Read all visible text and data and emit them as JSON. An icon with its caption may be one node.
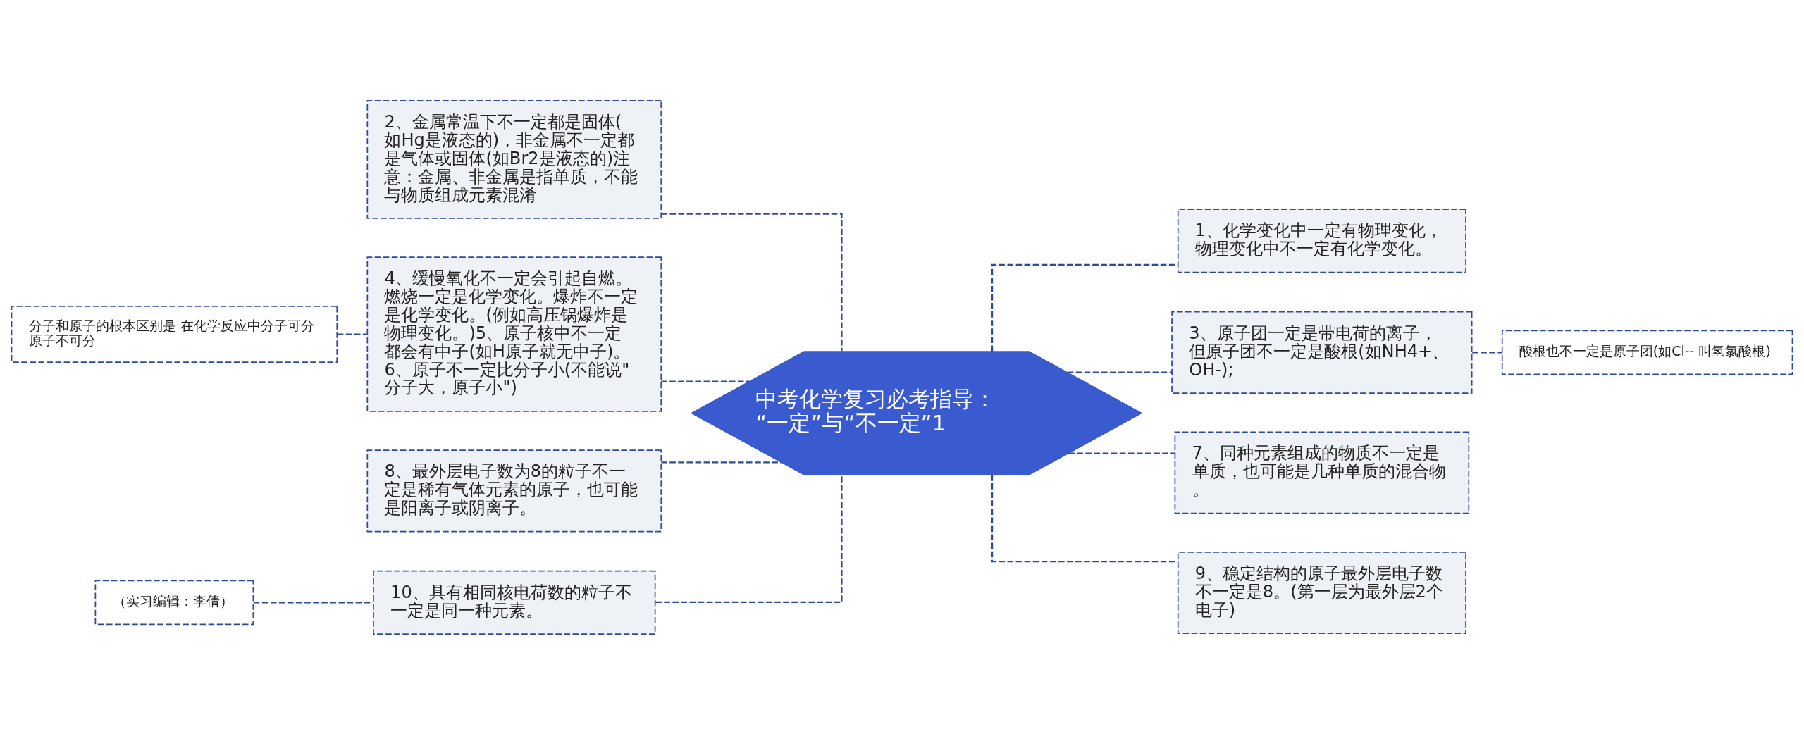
{
  "diagram": {
    "nodes": [
      {
        "text": [
          "中考化学复习必考指导：“一定”与“不一定”1"
        ]
      },
      {
        "text": [
          "2、金属常温下不一定都是固体(如Hg是液态的)，非金属不一定都是气体或固体(如Br2是液态的)注意：金属、非金属是指单质，不能与物质组成元素混淆"
        ]
      },
      {
        "text": [
          "4、缓慢氧化不一定会引起自燃。燃烧一定是化学变化。爆炸不一定是化学变化。(例如高压锅爆炸是物理变化。)5、原子核中不一定都会有中子(如H原子就无中子)。6、原子不一定比分子小(不能说\"分子大，原子小\")"
        ]
      },
      {
        "text": [
          "8、最外层电子数为8的粒子不一定是稀有气体元素的原子，也可能是阳离子或阴离子。"
        ]
      },
      {
        "text": [
          "10、具有相同核电荷数的粒子不一定是同一种元素。"
        ]
      },
      {
        "text": [
          "分子和原子的根本区别是 在化学反应中分子可分原子不可分"
        ]
      },
      {
        "text": [
          "（实习编辑：李倩）"
        ]
      },
      {
        "text": [
          "1、化学变化中一定有物理变化，物理变化中不一定有化学变化。"
        ]
      },
      {
        "text": [
          "3、原子团一定是带电荷的离子，但原子团不一定是酸根(如NH4+、OH-);"
        ]
      },
      {
        "text": [
          "7、同种元素组成的物质不一定是单质，也可能是几种单质的混合物。"
        ]
      },
      {
        "text": [
          "9、稳定结构的原子最外层电子数不一定是8。(第一层为最外层2个电子)"
        ]
      },
      {
        "text": [
          "酸根也不一定是原子团(如Cl-- 叫氢氯酸根)"
        ]
      }
    ],
    "edges": [
      {
        "from": 1,
        "to": 0,
        "arrow": "none"
      },
      {
        "from": 2,
        "to": 0,
        "arrow": "none"
      },
      {
        "from": 3,
        "to": 0,
        "arrow": "none"
      },
      {
        "from": 4,
        "to": 0,
        "arrow": "none"
      },
      {
        "from": 5,
        "to": 2,
        "arrow": "none"
      },
      {
        "from": 6,
        "to": 4,
        "arrow": "none"
      },
      {
        "from": 0,
        "to": 7,
        "arrow": "none"
      },
      {
        "from": 0,
        "to": 8,
        "arrow": "none"
      },
      {
        "from": 0,
        "to": 9,
        "arrow": "none"
      },
      {
        "from": 0,
        "to": 10,
        "arrow": "none"
      },
      {
        "from": 8,
        "to": 11,
        "arrow": "none"
      }
    ]
  }
}
